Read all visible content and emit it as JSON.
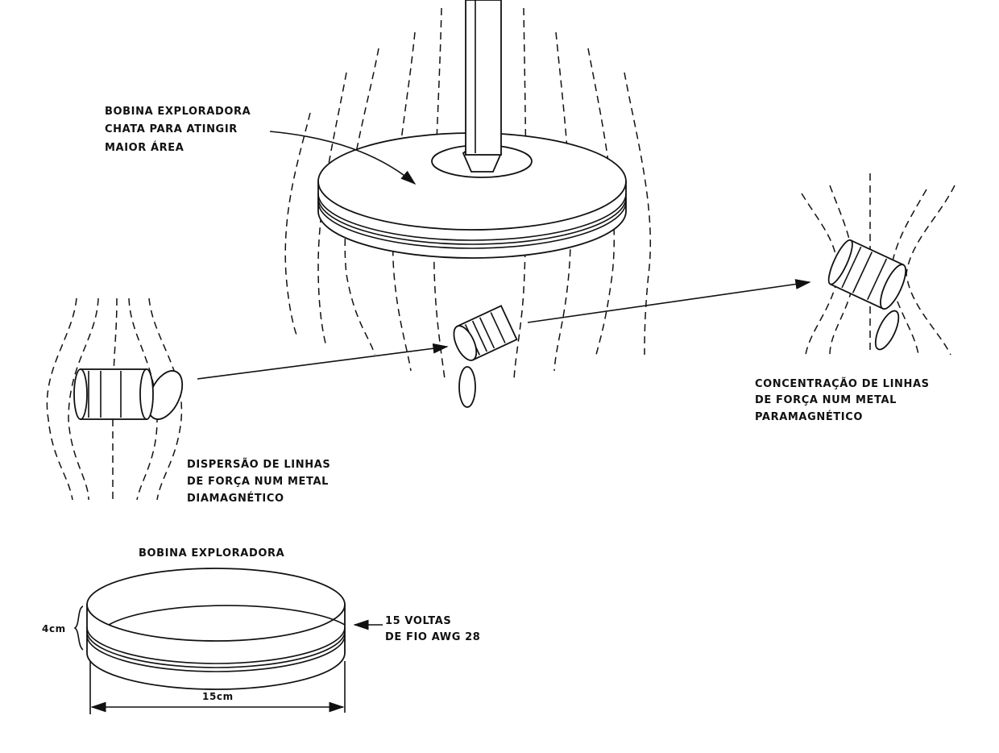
{
  "labels": {
    "flat_coil": [
      "BOBINA EXPLORADORA",
      "CHATA PARA ATINGIR",
      "MAIOR ÁREA"
    ],
    "paramagnetic": [
      "CONCENTRAÇÃO DE LINHAS",
      "DE FORÇA NUM METAL",
      "PARAMAGNÉTICO"
    ],
    "diamagnetic": [
      "DISPERSÃO DE LINHAS",
      "DE FORÇA NUM METAL",
      "DIAMAGNÉTICO"
    ],
    "coil_title": "BOBINA EXPLORADORA",
    "height_dim": "4cm",
    "turns": [
      "15 VOLTAS",
      "DE FIO AWG 28"
    ],
    "diameter_dim": "15cm"
  }
}
